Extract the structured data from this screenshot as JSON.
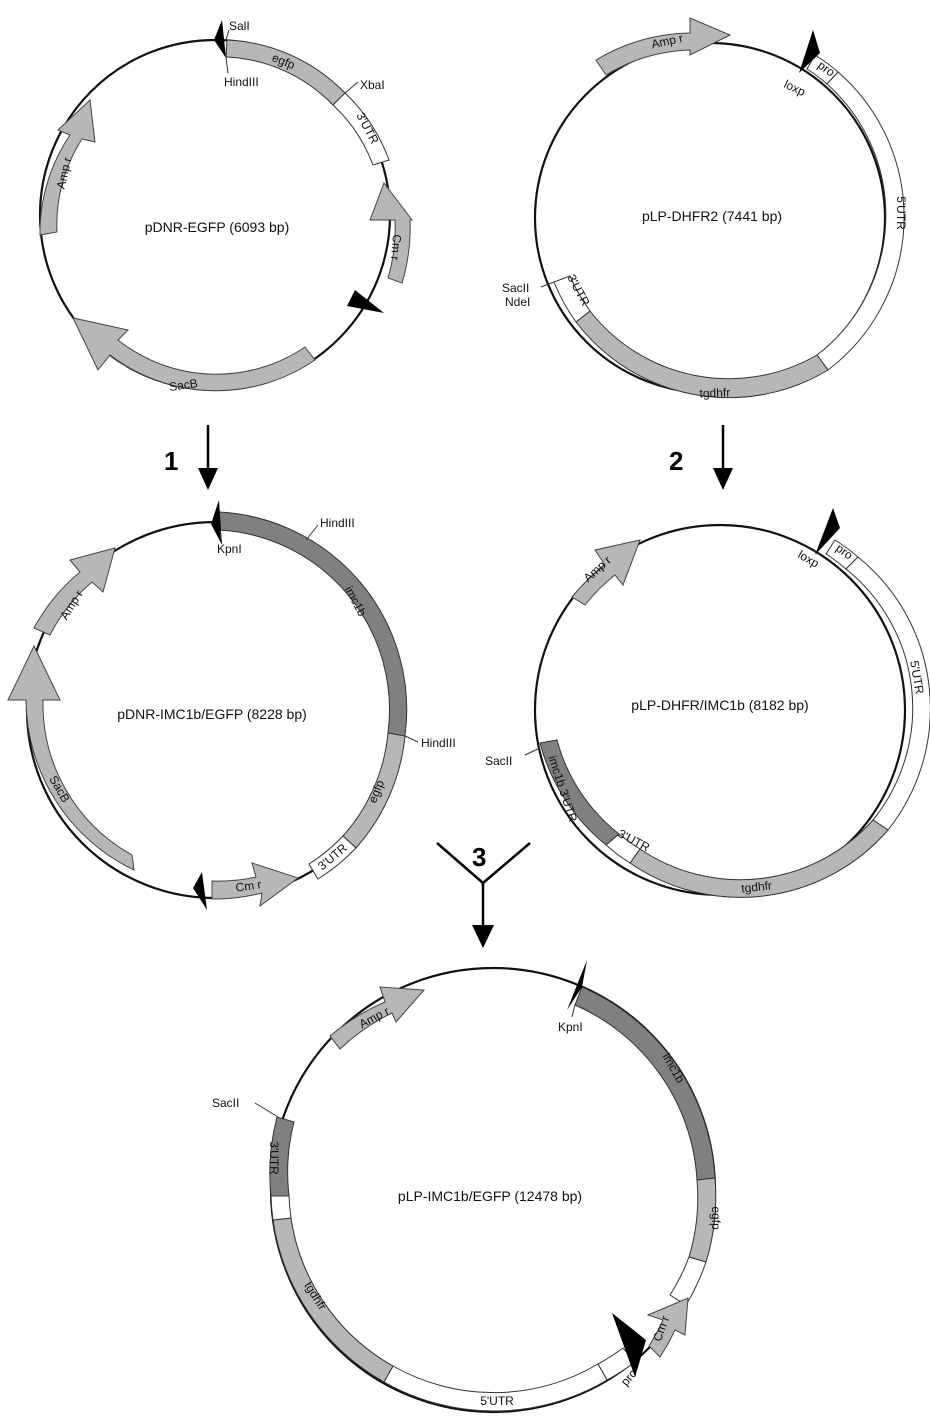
{
  "steps": {
    "one": "1",
    "two": "2",
    "three": "3"
  },
  "plasmids": {
    "pdnr_egfp": {
      "title": "pDNR-EGFP (6093 bp)",
      "features": {
        "egfp": "egfp",
        "utr3": "3'UTR",
        "cm": "Cm r",
        "sacb": "SacB",
        "amp": "Amp r"
      },
      "sites": {
        "sali": "SalI",
        "hindiii": "HindIII",
        "xbai": "XbaI"
      }
    },
    "plp_dhfr2": {
      "title": "pLP-DHFR2 (7441 bp)",
      "features": {
        "amp": "Amp r",
        "pro": "pro",
        "utr5": "5'UTR",
        "tgdhfr": "tgdhfr",
        "utr3": "3'UTR"
      },
      "sites": {
        "loxp": "loxp",
        "sacii": "SacII",
        "ndei": "NdeI"
      }
    },
    "pdnr_imc1b_egfp": {
      "title": "pDNR-IMC1b/EGFP (8228 bp)",
      "features": {
        "imc1b": "imc1b",
        "egfp": "egfp",
        "utr3": "3'UTR",
        "cm": "Cm r",
        "sacb": "SacB",
        "amp": "Amp r"
      },
      "sites": {
        "kpni": "KpnI",
        "hindiii_a": "HindIII",
        "hindiii_b": "HindIII"
      }
    },
    "plp_dhfr_imc1b": {
      "title": "pLP-DHFR/IMC1b (8182 bp)",
      "features": {
        "amp": "Amp r",
        "pro": "pro",
        "utr5": "5'UTR",
        "tgdhfr": "tgdhfr",
        "utr3": "3'UTR",
        "imc1b_utr3": "imc1b 3'UTR"
      },
      "sites": {
        "loxp": "loxp",
        "sacii": "SacII"
      }
    },
    "plp_imc1b_egfp": {
      "title": "pLP-IMC1b/EGFP (12478 bp)",
      "features": {
        "amp": "Amp r",
        "imc1b": "imc1b",
        "egfp": "egfp",
        "cm": "Cm r",
        "pro": "pro",
        "utr5": "5'UTR",
        "tgdhfr": "tgdhfr",
        "utr3": "3'UTR"
      },
      "sites": {
        "kpni": "KpnI",
        "sacii": "SacII"
      }
    }
  },
  "colors": {
    "light_gray": "#b7b7b7",
    "dark_gray": "#808080",
    "white": "#ffffff",
    "outline": "#333333"
  }
}
